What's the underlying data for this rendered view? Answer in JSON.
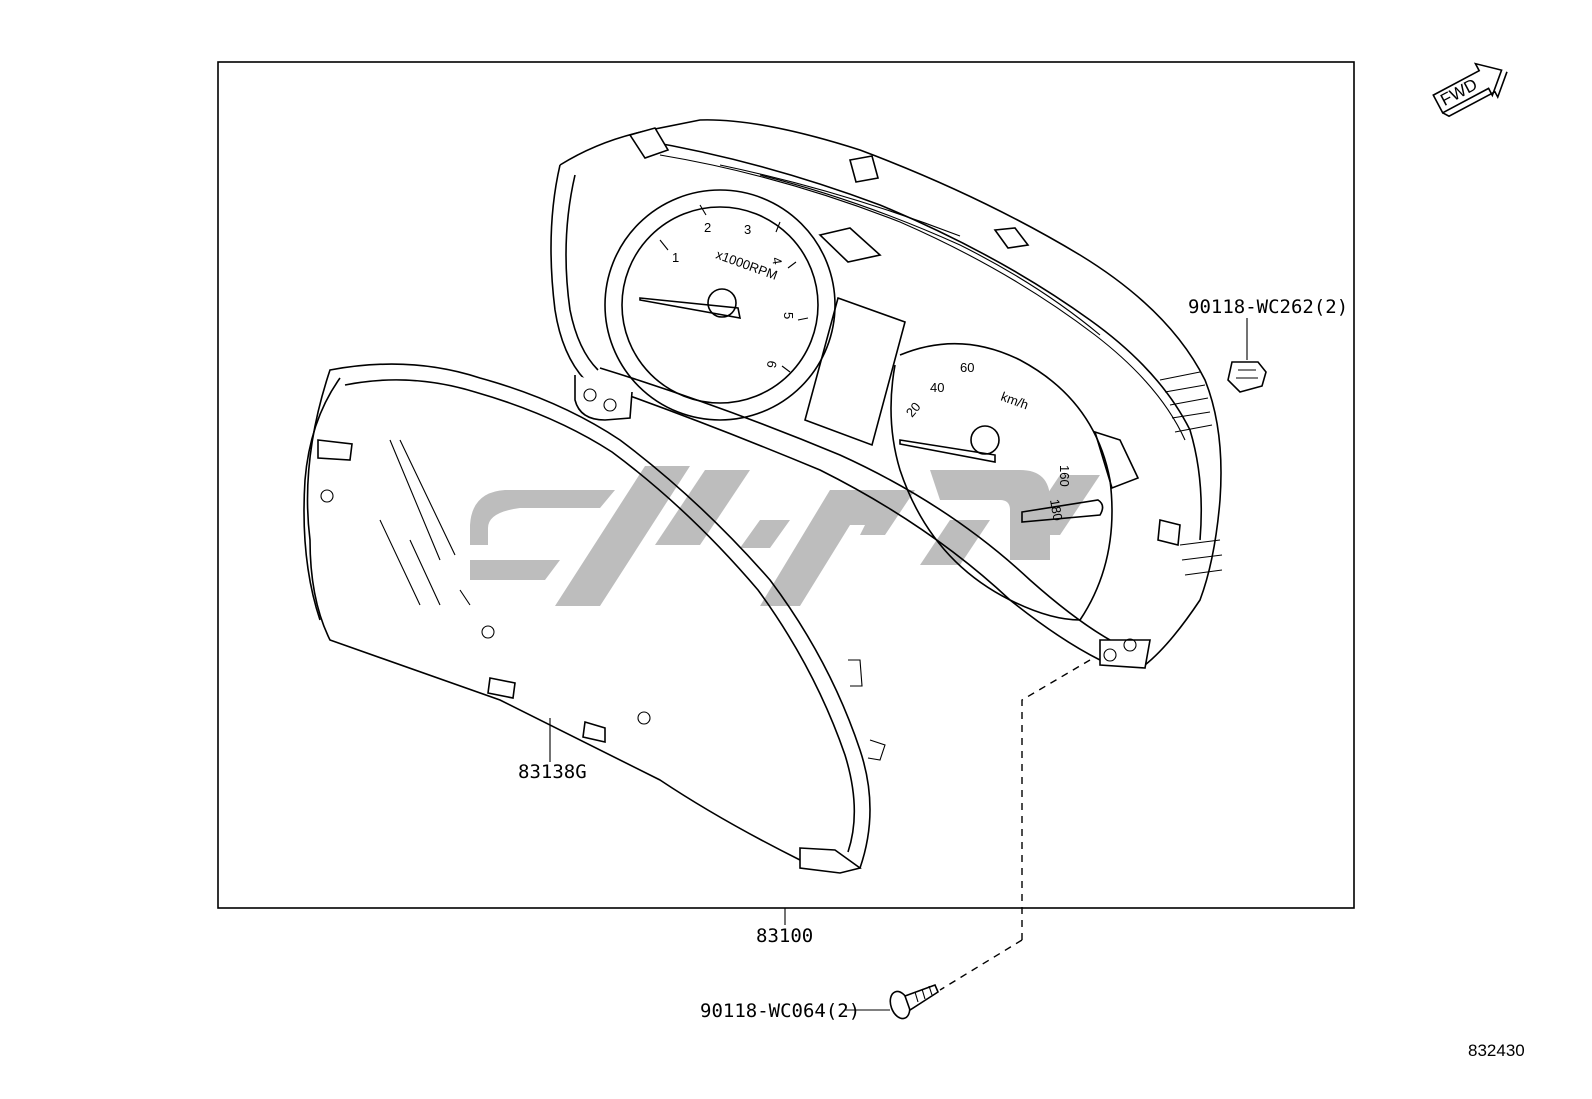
{
  "diagram": {
    "parts": [
      {
        "id": "cluster",
        "number": "83100"
      },
      {
        "id": "lens",
        "number": "83138G"
      },
      {
        "id": "clip",
        "number": "90118-WC262(2)"
      },
      {
        "id": "screw",
        "number": "90118-WC064(2)"
      }
    ],
    "figure_number": "832430",
    "direction_arrow": "FWD",
    "tachometer": {
      "unit": "x1000RPM",
      "ticks": [
        "1",
        "2",
        "3",
        "4",
        "5",
        "6"
      ]
    },
    "speedometer": {
      "unit": "km/h",
      "ticks": [
        "20",
        "40",
        "60",
        "160",
        "180"
      ]
    }
  }
}
